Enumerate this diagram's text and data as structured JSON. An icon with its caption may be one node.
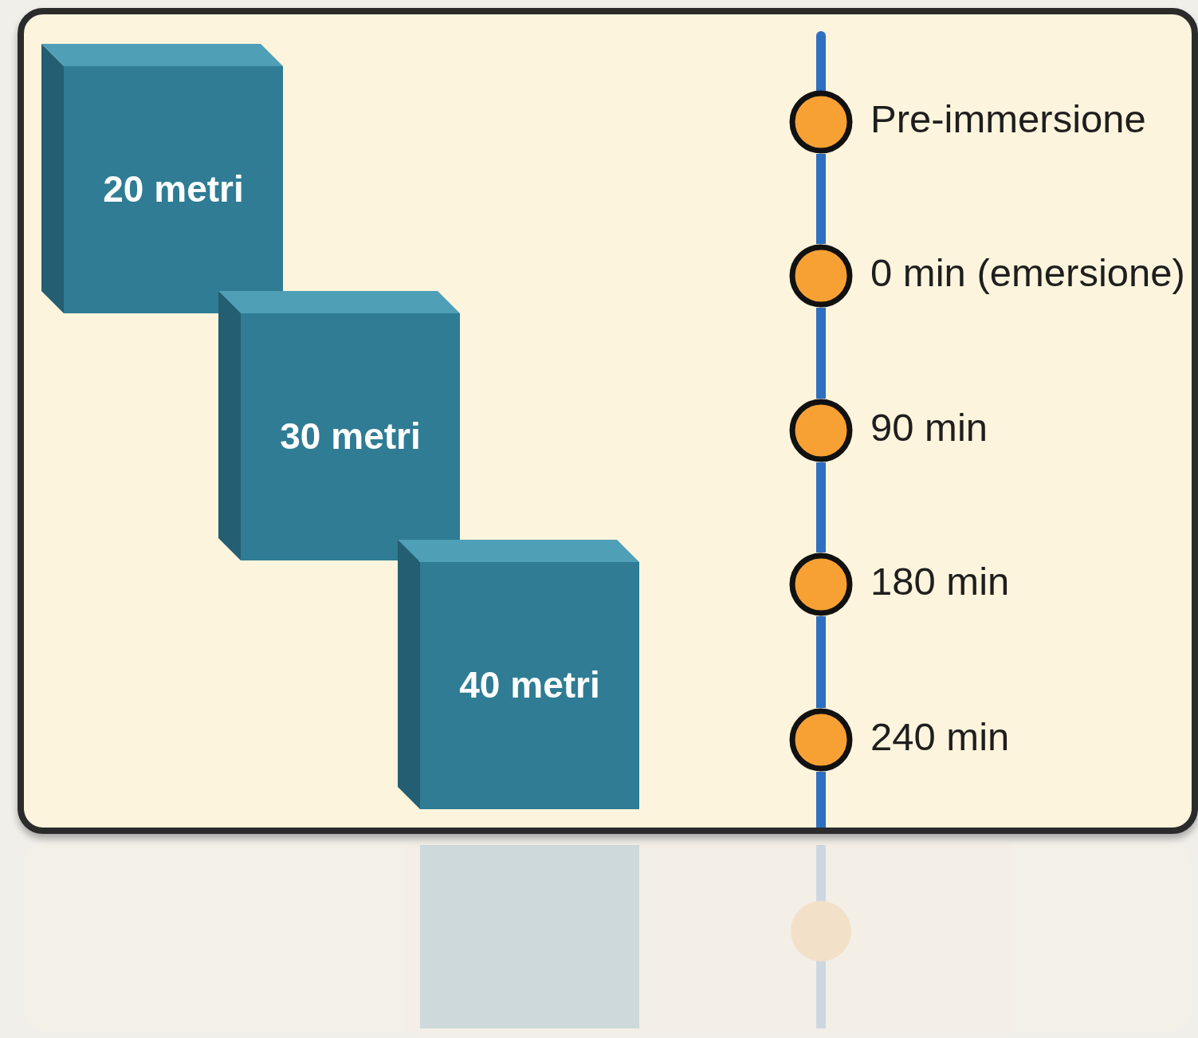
{
  "diagram": {
    "nodes": [
      {
        "text": [
          "20 metri"
        ]
      },
      {
        "text": [
          "30 metri"
        ]
      },
      {
        "text": [
          "40 metri"
        ]
      },
      {
        "text": [
          "Pre-immersione"
        ]
      },
      {
        "text": [
          "0 min (emersione)"
        ]
      },
      {
        "text": [
          "90 min"
        ]
      },
      {
        "text": [
          "180 min"
        ]
      },
      {
        "text": [
          "240 min"
        ]
      }
    ],
    "edges": [
      {
        "from": 3,
        "to": 4,
        "arrow": "none"
      },
      {
        "from": 4,
        "to": 5,
        "arrow": "none"
      },
      {
        "from": 5,
        "to": 6,
        "arrow": "none"
      },
      {
        "from": 6,
        "to": 7,
        "arrow": "none"
      }
    ]
  }
}
